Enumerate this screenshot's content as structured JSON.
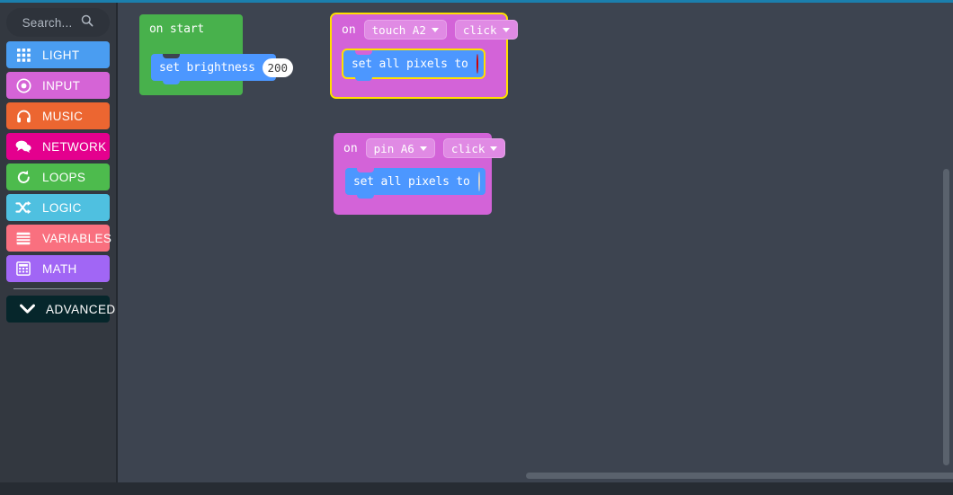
{
  "app": {
    "accent_color": "#1b7fad",
    "canvas_bg": "#3d4450",
    "toolbox_bg": "#333840"
  },
  "search": {
    "placeholder": "Search...",
    "icon": "search-icon"
  },
  "toolbox": {
    "categories": [
      {
        "label": "LIGHT",
        "color": "#4a9df1",
        "icon": "grid-icon"
      },
      {
        "label": "INPUT",
        "color": "#d564d6",
        "icon": "target-dot-icon"
      },
      {
        "label": "MUSIC",
        "color": "#ec6631",
        "icon": "headphones-icon"
      },
      {
        "label": "NETWORK",
        "color": "#e4008e",
        "icon": "speech-bubbles-icon"
      },
      {
        "label": "LOOPS",
        "color": "#4dbb4d",
        "icon": "refresh-arrow-icon"
      },
      {
        "label": "LOGIC",
        "color": "#4fc0e0",
        "icon": "shuffle-icon"
      },
      {
        "label": "VARIABLES",
        "color": "#f9707f",
        "icon": "list-lines-icon"
      },
      {
        "label": "MATH",
        "color": "#a166f5",
        "icon": "calculator-icon"
      }
    ],
    "advanced": {
      "label": "ADVANCED",
      "color": "#06262b",
      "icon": "chevron-down-icon"
    }
  },
  "workspace": {
    "blocks": [
      {
        "id": "on-start",
        "kind": "hat",
        "title": "on start",
        "color": "#48b14c",
        "selected": false,
        "children": [
          {
            "id": "set-brightness",
            "kind": "statement",
            "text": "set brightness",
            "color": "#4c97ff",
            "field_type": "number",
            "field_value": "200",
            "selected": false
          }
        ]
      },
      {
        "id": "on-touch-a2-click",
        "kind": "event",
        "on_label": "on",
        "color": "#d363d8",
        "selected": true,
        "dropdowns": [
          {
            "name": "source",
            "value": "touch A2"
          },
          {
            "name": "gesture",
            "value": "click"
          }
        ],
        "children": [
          {
            "id": "set-all-pixels-red",
            "kind": "statement",
            "text": "set all pixels to",
            "color": "#4c97ff",
            "field_type": "color",
            "field_value": "#ff0000",
            "selected": true
          }
        ]
      },
      {
        "id": "on-pin-a6-click",
        "kind": "event",
        "on_label": "on",
        "color": "#d363d8",
        "selected": false,
        "dropdowns": [
          {
            "name": "source",
            "value": "pin A6"
          },
          {
            "name": "gesture",
            "value": "click"
          }
        ],
        "children": [
          {
            "id": "set-all-pixels-white",
            "kind": "statement",
            "text": "set all pixels to",
            "color": "#4c97ff",
            "field_type": "color",
            "field_value": "#ffffff",
            "selected": false
          }
        ]
      }
    ]
  },
  "scrollbars": {
    "vertical": {
      "color": "#5a626d"
    },
    "horizontal": {
      "color": "#5a626d"
    }
  }
}
